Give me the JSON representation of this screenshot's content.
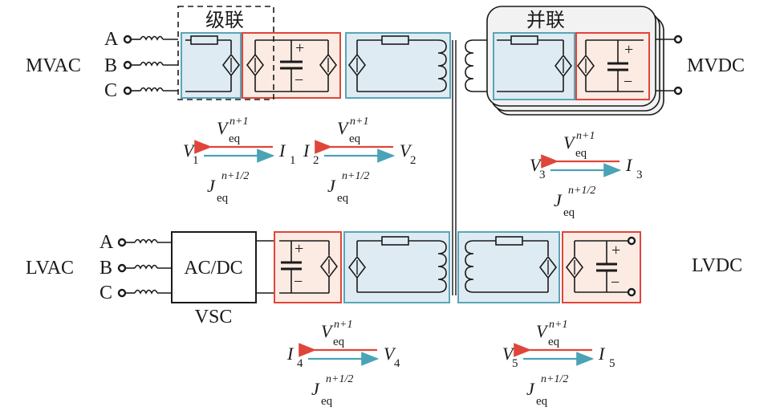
{
  "labels": {
    "mvac": "MVAC",
    "mvdc": "MVDC",
    "lvac": "LVAC",
    "lvdc": "LVDC",
    "phase_a": "A",
    "phase_b": "B",
    "phase_c": "C",
    "cascade": "级联",
    "parallel": "并联",
    "acdc": "AC/DC",
    "vsc": "VSC",
    "plus": "+",
    "minus": "−"
  },
  "colors": {
    "blue_fill": "#deebf2",
    "blue_stroke": "#5aa5b8",
    "red_fill": "#fcebe3",
    "red_stroke": "#e0453a",
    "arrow_red": "#e0453a",
    "arrow_teal": "#4aa3b6"
  },
  "interfaces": [
    {
      "left_main": "V",
      "left_sub": "1",
      "right_main": "I",
      "right_sub": "1",
      "top": "V",
      "top_sub": "eq",
      "top_sup": "n+1",
      "bottom": "J",
      "bottom_sub": "eq",
      "bottom_sup": "n+1/2"
    },
    {
      "left_main": "I",
      "left_sub": "2",
      "right_main": "V",
      "right_sub": "2",
      "top": "V",
      "top_sub": "eq",
      "top_sup": "n+1",
      "bottom": "J",
      "bottom_sub": "eq",
      "bottom_sup": "n+1/2"
    },
    {
      "left_main": "V",
      "left_sub": "3",
      "right_main": "I",
      "right_sub": "3",
      "top": "V",
      "top_sub": "eq",
      "top_sup": "n+1",
      "bottom": "J",
      "bottom_sub": "eq",
      "bottom_sup": "n+1/2"
    },
    {
      "left_main": "I",
      "left_sub": "4",
      "right_main": "V",
      "right_sub": "4",
      "top": "V",
      "top_sub": "eq",
      "top_sup": "n+1",
      "bottom": "J",
      "bottom_sub": "eq",
      "bottom_sup": "n+1/2"
    },
    {
      "left_main": "V",
      "left_sub": "5",
      "right_main": "I",
      "right_sub": "5",
      "top": "V",
      "top_sub": "eq",
      "top_sup": "n+1",
      "bottom": "J",
      "bottom_sub": "eq",
      "bottom_sup": "n+1/2"
    }
  ]
}
